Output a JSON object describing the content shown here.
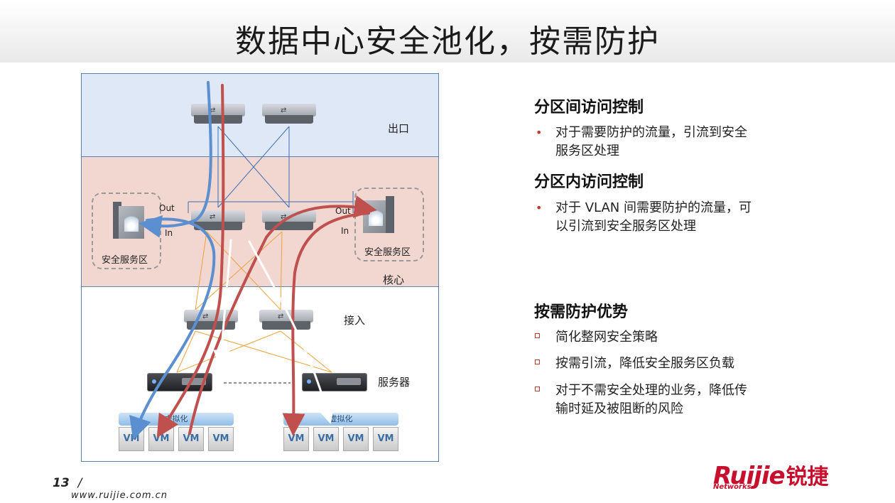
{
  "page": {
    "title": "数据中心安全池化，按需防护"
  },
  "diagram": {
    "zones": {
      "exit": "出口",
      "core": "核心",
      "access": "接入",
      "server": "服务器"
    },
    "security_zone_left": "安全服务区",
    "security_zone_right": "安全服务区",
    "out_left": "Out",
    "in_left": "In",
    "out_right": "Out",
    "in_right": "In",
    "virtualization_left": "虚拟化",
    "virtualization_right": "虚拟化",
    "vm_label": "VM",
    "colors": {
      "blue_flow": "#5b8fcf",
      "red_flow": "#c0504d",
      "white_flow": "#ffffff",
      "orange_link": "#f0a23c",
      "blue_link": "#3a6fb5"
    }
  },
  "content": {
    "section1": {
      "heading": "分区间访问控制",
      "bullet_line1": "对于需要防护的流量，引流到安全",
      "bullet_line2": "服务区处理"
    },
    "section2": {
      "heading": "分区内访问控制",
      "bullet_line1": "对于 VLAN 间需要防护的流量，可",
      "bullet_line2": "以引流到安全服务区处理"
    },
    "section3": {
      "heading": "按需防护优势",
      "item1": "简化整网安全策略",
      "item2": "按需引流，降低安全服务区负载",
      "item3_line1": "对于不需安全处理的业务，降低传",
      "item3_line2": "输时延及被阻断的风险"
    }
  },
  "footer": {
    "page_number": "13",
    "separator": "/",
    "url": "www.ruijie.com.cn"
  },
  "logo": {
    "brand": "Ruijie",
    "brand_cn": "锐捷",
    "sub": "Networks"
  }
}
